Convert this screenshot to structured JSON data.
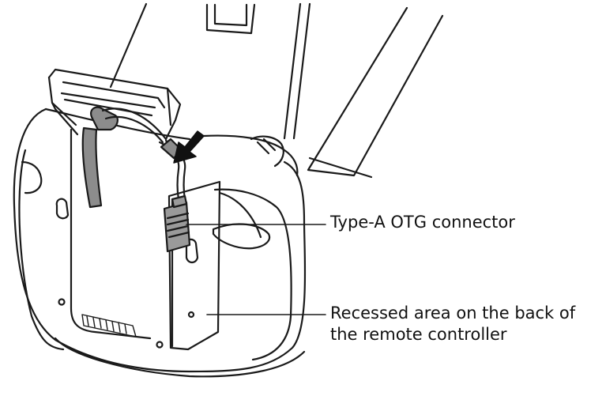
{
  "callouts": {
    "otg_connector": "Type-A OTG connector",
    "recessed_area_line1": "Recessed area on the back of",
    "recessed_area_line2": "the remote controller"
  },
  "colors": {
    "line": "#1a1a1a",
    "cable_fill": "#8c8c8c",
    "connector_fill": "#9a9a9a",
    "arrow_fill": "#111111",
    "background": "#ffffff"
  },
  "icons": {
    "direction_arrow": "arrow-down-left-icon"
  }
}
